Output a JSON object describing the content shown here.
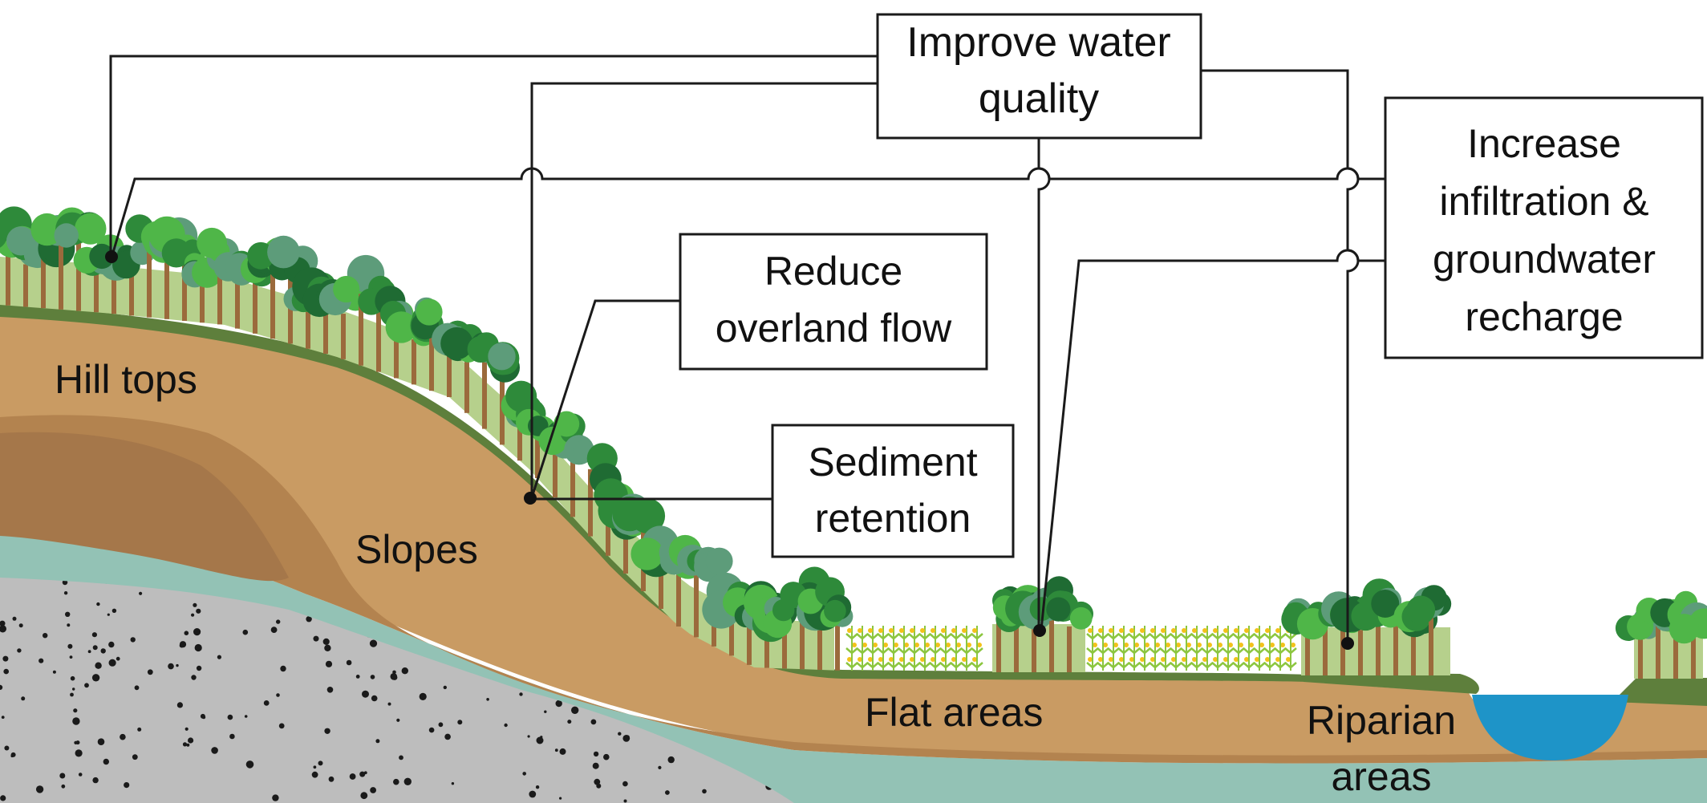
{
  "title": "",
  "boxes": {
    "water_quality": [
      "Improve water",
      "quality"
    ],
    "infiltration": [
      "Increase",
      "infiltration &",
      "groundwater",
      "recharge"
    ],
    "overland_flow": [
      "Reduce",
      "overland flow"
    ],
    "sediment": [
      "Sediment",
      "retention"
    ]
  },
  "zones": {
    "hill_tops": "Hill tops",
    "slopes": "Slopes",
    "flat_areas": "Flat areas",
    "riparian": [
      "Riparian",
      "areas"
    ]
  },
  "colors": {
    "soil_top": "#C99B63",
    "soil_mid": "#B3834F",
    "soil_deep": "#A5774A",
    "grass": "#5E7F3C",
    "groundwater": "#93C2B5",
    "bedrock": "#BDBDBD",
    "water": "#1E94C8",
    "trunk": "#9B6A3C",
    "understory": "#B6D08C",
    "leaf_light": "#4FB648",
    "leaf_mid": "#2E8A3A",
    "leaf_dark": "#1F6B33",
    "leaf_teal": "#5D9C7A",
    "crop": "#8CC63F",
    "crop_flower": "#F2C21A"
  }
}
